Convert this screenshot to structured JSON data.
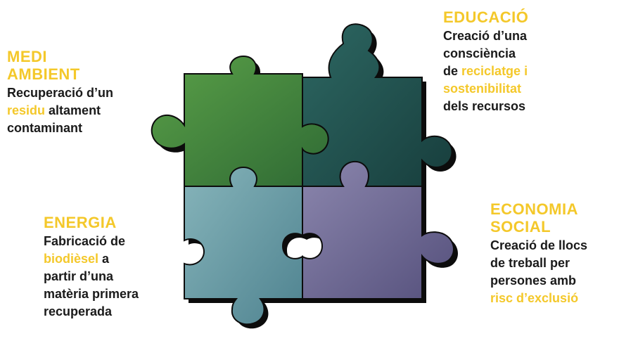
{
  "colors": {
    "accent": "#f4c82a",
    "text": "#1a1a1a",
    "piece_green": "#3f7f3a",
    "piece_teal": "#1f4f4c",
    "piece_blue": "#6f9ea6",
    "piece_purple": "#6f6a92"
  },
  "medi_ambient": {
    "heading_line1": "MEDI",
    "heading_line2": "AMBIENT",
    "line1": "Recuperació d’un",
    "line2_highlight": "residu",
    "line2_rest": " altament",
    "line3": "contaminant"
  },
  "educacio": {
    "heading": "EDUCACIÓ",
    "line1": "Creació d’una",
    "line2": "consciència",
    "line3_prefix": "de ",
    "line3_highlight": "reciclatge i",
    "line4_highlight": "sostenibilitat",
    "line5": "dels recursos"
  },
  "energia": {
    "heading": "ENERGIA",
    "line1": "Fabricació de",
    "line2_highlight": "biodièsel",
    "line2_rest": " a",
    "line3": "partir d’una",
    "line4": "matèria primera",
    "line5": "recuperada"
  },
  "economia_social": {
    "heading_line1": "ECONOMIA",
    "heading_line2": "SOCIAL",
    "line1": "Creació de llocs",
    "line2": "de treball per",
    "line3": "persones amb",
    "line4_highlight": "risc d’exclusió"
  }
}
